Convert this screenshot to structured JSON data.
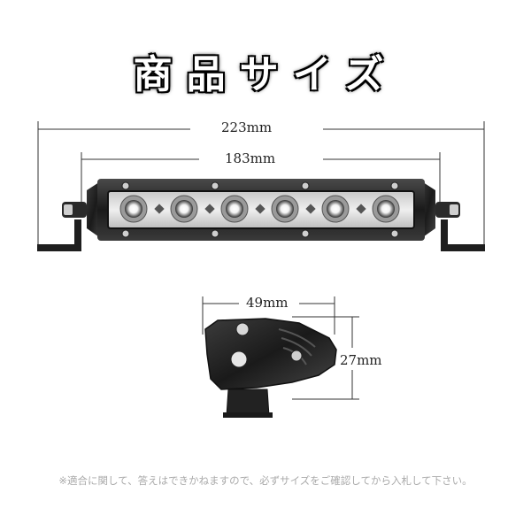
{
  "title": "商品サイズ",
  "dimensions": {
    "total_length": "223mm",
    "body_length": "183mm",
    "width": "49mm",
    "height": "27mm"
  },
  "note": "※適合に関して、答えはできかねますので、必ずサイズをご確認してから入札して下さい。",
  "colors": {
    "housing": "#1e1e1e",
    "led_glow": "#ffffff",
    "line": "#333333"
  }
}
